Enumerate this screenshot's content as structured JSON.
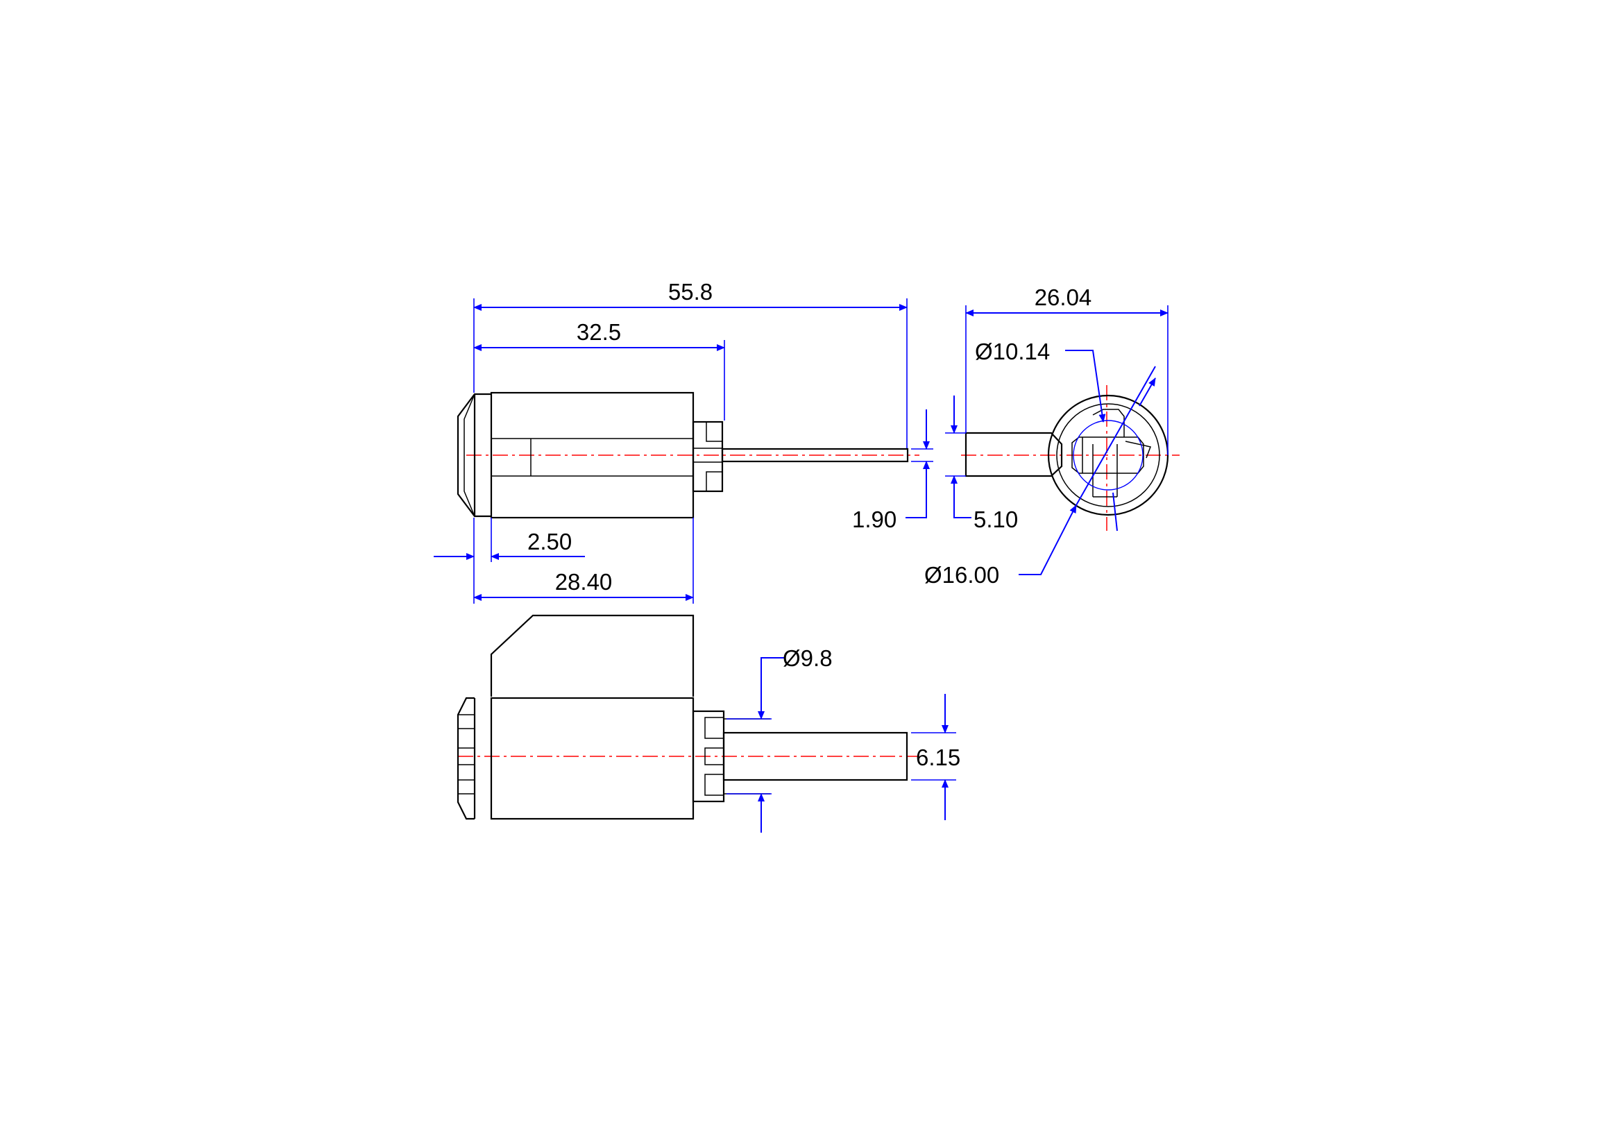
{
  "drawing": {
    "dimensions": {
      "overall_length": "55.8",
      "body_length": "32.5",
      "pin_diameter": "1.90",
      "pin_offset": "5.10",
      "overall_width": "26.04",
      "inner_diameter": "Ø10.14",
      "outer_diameter": "Ø16.00",
      "collar_length": "2.50",
      "cylinder_length": "28.40",
      "shaft_diameter": "Ø9.8",
      "shaft_height": "6.15"
    },
    "colors": {
      "outline": "#000000",
      "dimension": "#0000ff",
      "centerline": "#ff0000"
    }
  }
}
